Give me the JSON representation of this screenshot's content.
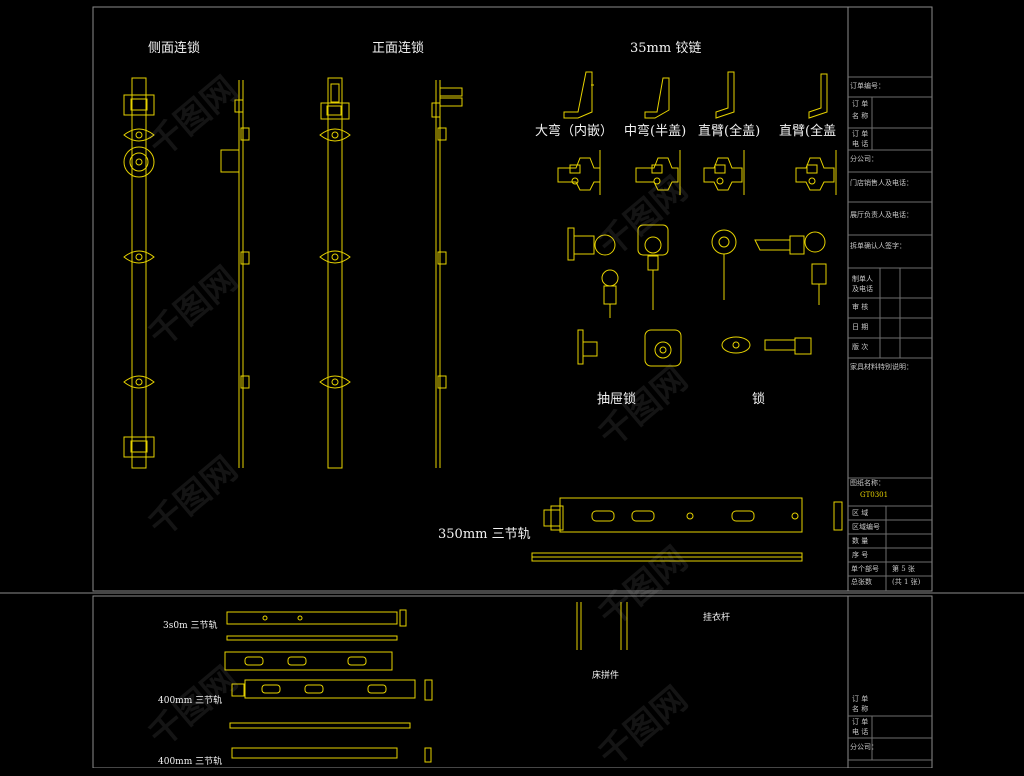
{
  "labels": {
    "side_lock": "侧面连锁",
    "front_lock": "正面连锁",
    "hinge": "35mm  铰链",
    "big_bend": "大弯（内嵌）",
    "mid_bend": "中弯(半盖)",
    "straight_a": "直臂(全盖)",
    "straight_b": "直臂(全盖",
    "drawer_lock": "抽屉锁",
    "lock": "锁",
    "rail_350": "350mm 三节轨",
    "rail_small": "3s0m   三节轨",
    "rail_400a": "400mm 三节轨",
    "rail_400b": "400mm 三节轨",
    "hanger": "挂衣杆",
    "bed_part": "床拼件"
  },
  "title_block": {
    "top": [
      "订单编号：",
      "订 单",
      "名 称",
      "订 单",
      "电 话",
      "分公司：",
      "门店销售人及电话：",
      "展厅负责人及电话：",
      "拆单确认人签字：",
      "制单人",
      "及电话",
      "审 核",
      "日 期",
      "版 次",
      "家具材料特别说明："
    ],
    "drawing_name_label": "图纸名称：",
    "drawing_code": "GT0301",
    "bottom": [
      "区 域",
      "区域编号",
      "数 量",
      "序 号"
    ],
    "order_code_label": "单个部号",
    "order_code_val": "第 5 张",
    "sheet_total_label": "总张数",
    "sheet_total_val": "(共 1 张)",
    "second_sheet": [
      "订 单",
      "名 称",
      "订 单",
      "电 话",
      "分公司："
    ]
  },
  "watermark": "千图网",
  "colors": {
    "line": "#e6d200",
    "frame": "#9a9a9a",
    "text": "#f2f2f2"
  }
}
